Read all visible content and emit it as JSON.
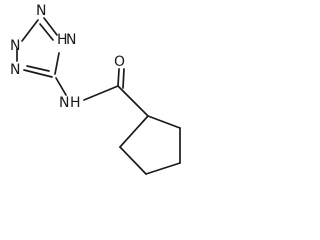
{
  "molecule": {
    "atoms": {
      "n_tetrazole_top_left": "N",
      "n_tetrazole_top": "N",
      "n_tetrazole_left": "N",
      "nh_tetrazole_h": "H",
      "nh_tetrazole_n": "N",
      "amide_n": "N",
      "amide_h": "H",
      "carbonyl_o": "O"
    }
  }
}
